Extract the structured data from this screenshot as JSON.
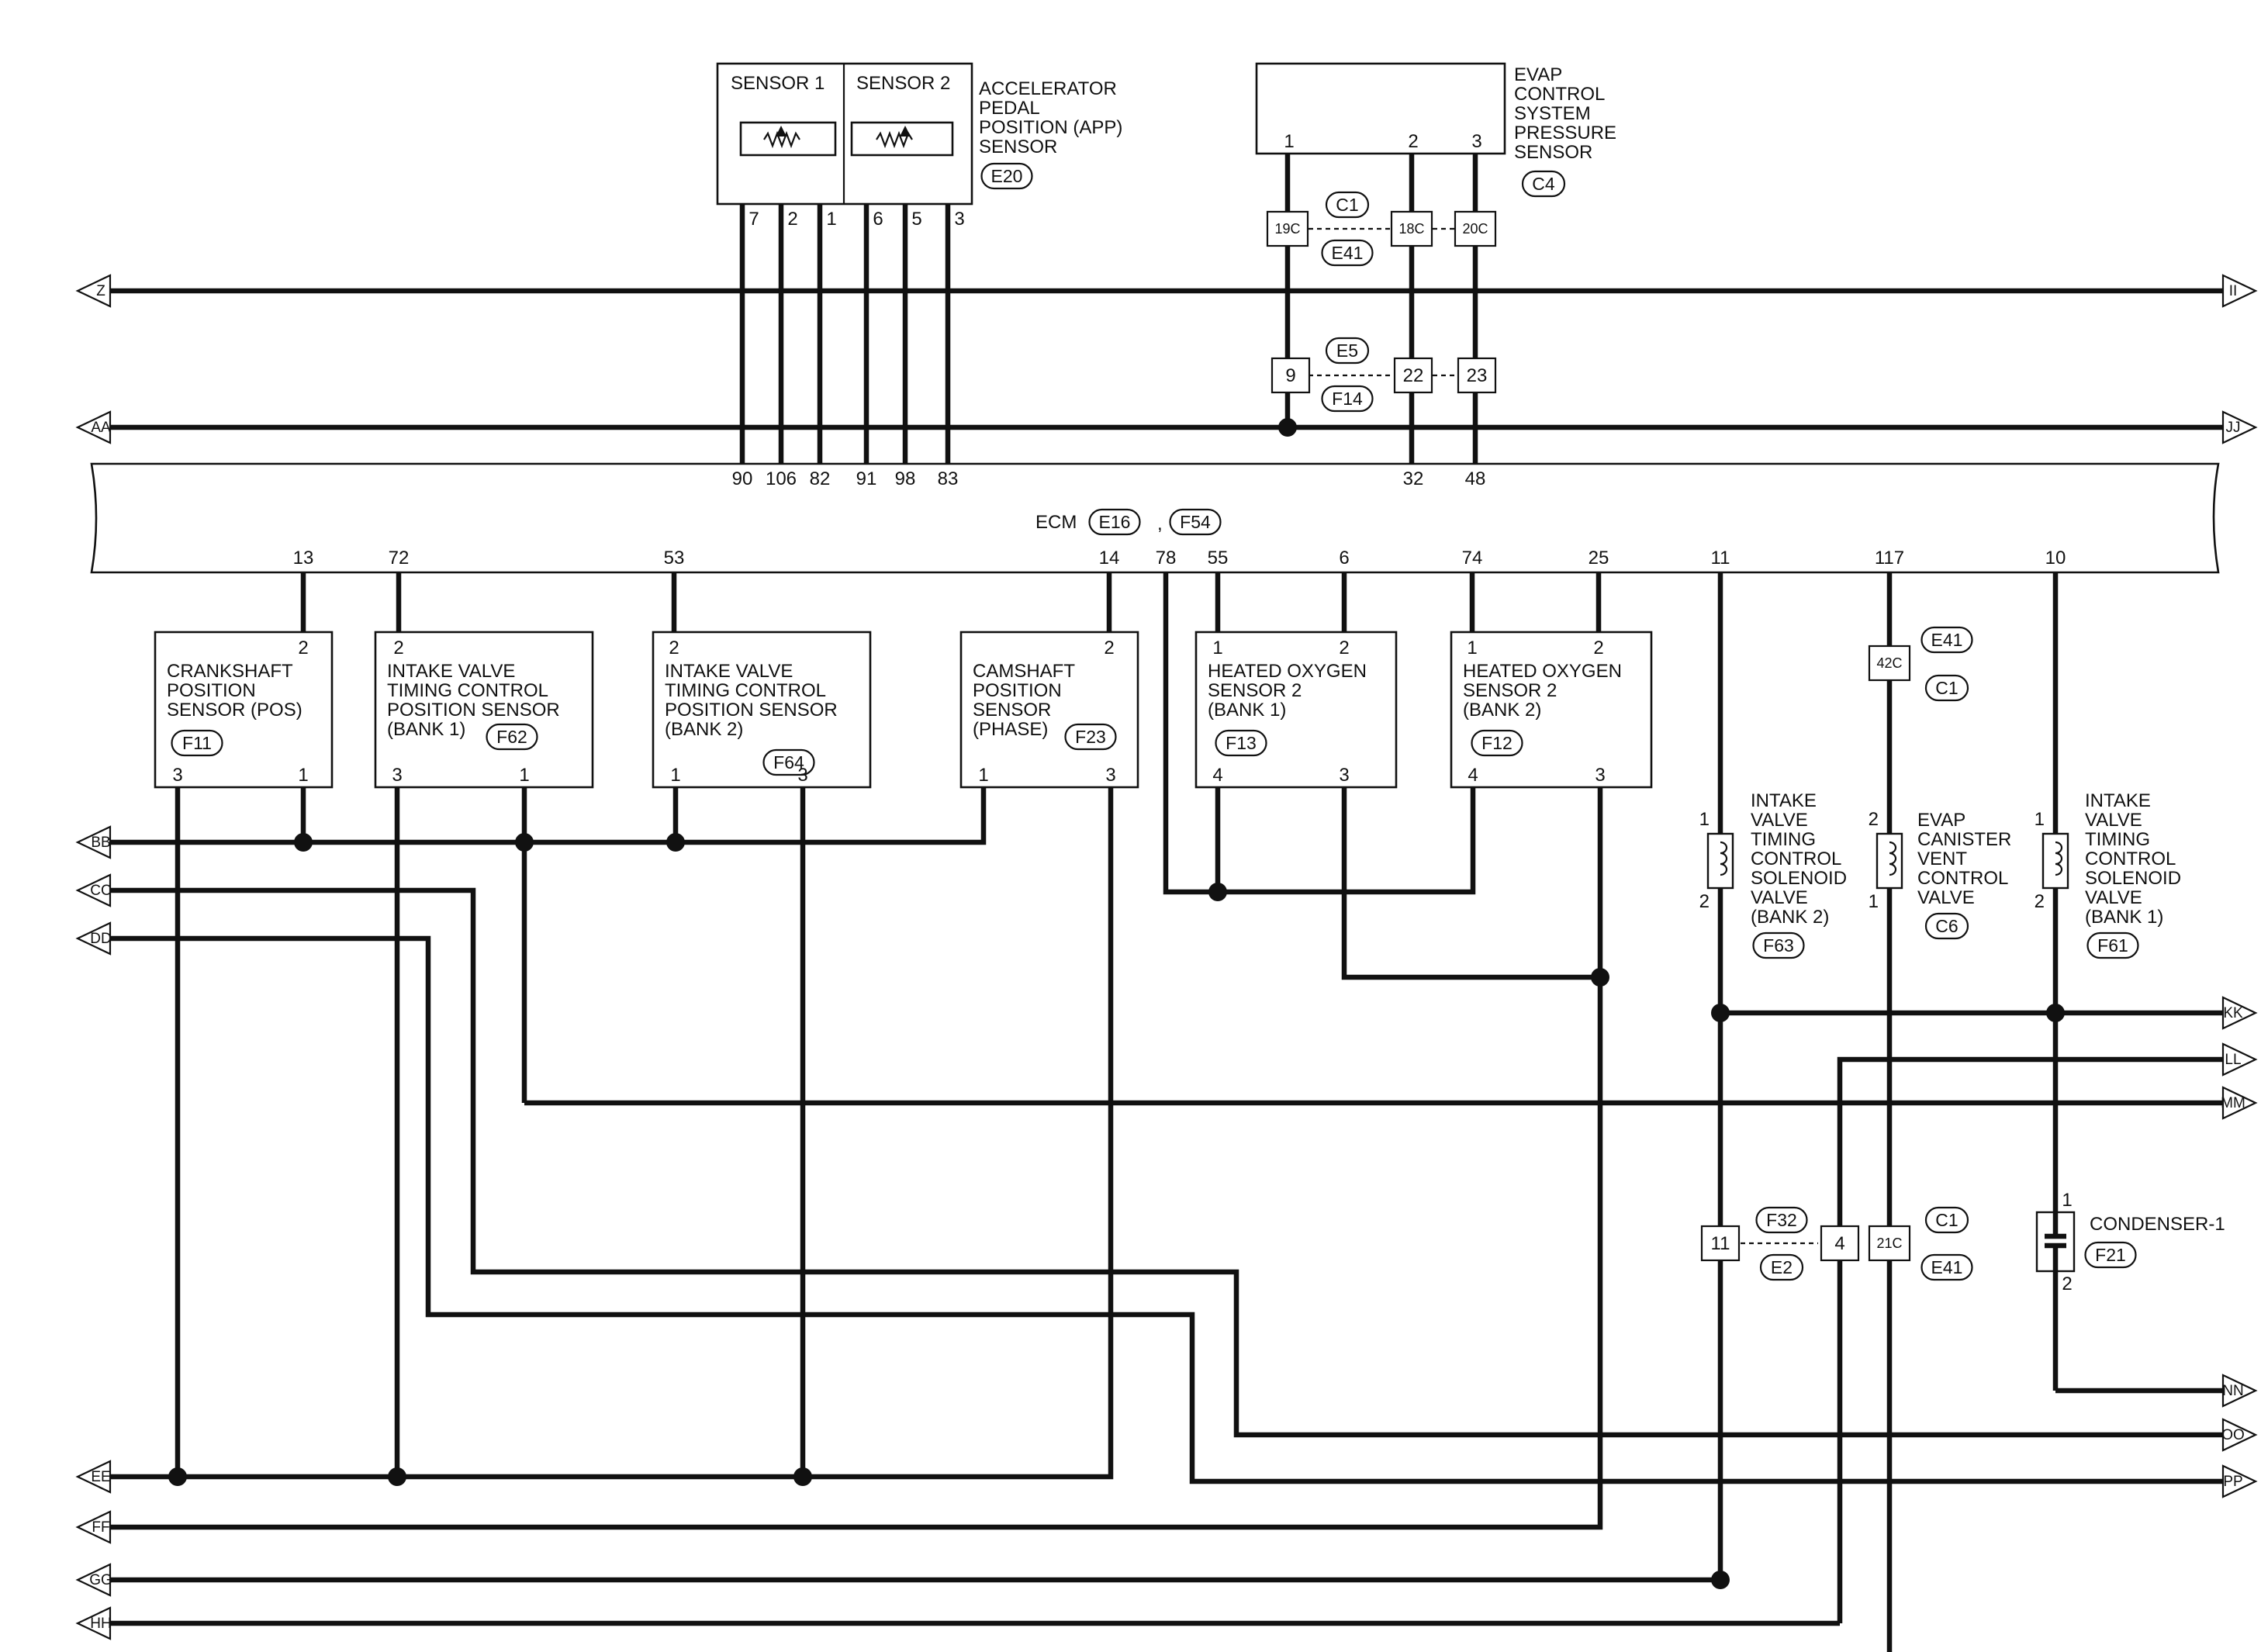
{
  "lines": {
    "Z": {
      "label": "Z",
      "dir": "left"
    },
    "AA": {
      "label": "AA",
      "dir": "left"
    },
    "BB": {
      "label": "BB",
      "dir": "left"
    },
    "CC": {
      "label": "CC",
      "dir": "left"
    },
    "DD": {
      "label": "DD",
      "dir": "left"
    },
    "EE": {
      "label": "EE",
      "dir": "left"
    },
    "FF": {
      "label": "FF",
      "dir": "left"
    },
    "GG": {
      "label": "GG",
      "dir": "left"
    },
    "HH": {
      "label": "HH",
      "dir": "left"
    },
    "II": {
      "label": "II",
      "dir": "right"
    },
    "JJ": {
      "label": "JJ",
      "dir": "right"
    },
    "KK": {
      "label": "KK",
      "dir": "right"
    },
    "LL": {
      "label": "LL",
      "dir": "right"
    },
    "MM": {
      "label": "MM",
      "dir": "right"
    },
    "NN": {
      "label": "NN",
      "dir": "right"
    },
    "OO": {
      "label": "OO",
      "dir": "right"
    },
    "PP": {
      "label": "PP",
      "dir": "right"
    }
  },
  "app_sensor": {
    "sensor1": "SENSOR 1",
    "sensor2": "SENSOR 2",
    "title": [
      "ACCELERATOR",
      "PEDAL",
      "POSITION (APP)",
      "SENSOR"
    ],
    "connector": "E20",
    "pins": [
      "7",
      "2",
      "1",
      "6",
      "5",
      "3"
    ]
  },
  "evap_pressure_sensor": {
    "title": [
      "EVAP",
      "CONTROL",
      "SYSTEM",
      "PRESSURE",
      "SENSOR"
    ],
    "connector": "C4",
    "pins": [
      "1",
      "2",
      "3"
    ]
  },
  "joint1": {
    "terminals": [
      "19C",
      "18C",
      "20C"
    ],
    "upper": "C1",
    "lower": "E41"
  },
  "joint2": {
    "terminals": [
      "9",
      "22",
      "23"
    ],
    "upper": "E5",
    "lower": "F14"
  },
  "ecm": {
    "label": "ECM",
    "connectors": [
      "E16",
      "F54"
    ],
    "separator": ",",
    "top_pins": [
      "90",
      "106",
      "82",
      "91",
      "98",
      "83",
      "32",
      "48"
    ],
    "bottom_pins": [
      "13",
      "72",
      "53",
      "14",
      "78",
      "55",
      "6",
      "74",
      "25",
      "11",
      "117",
      "10"
    ]
  },
  "sensors": [
    {
      "title": [
        "CRANKSHAFT",
        "POSITION",
        "SENSOR (POS)"
      ],
      "connector": "F11",
      "pins": [
        "2",
        "3",
        "1"
      ]
    },
    {
      "title": [
        "INTAKE VALVE",
        "TIMING CONTROL",
        "POSITION SENSOR",
        "(BANK 1)"
      ],
      "connector": "F62",
      "pins": [
        "2",
        "3",
        "1"
      ]
    },
    {
      "title": [
        "INTAKE VALVE",
        "TIMING CONTROL",
        "POSITION SENSOR",
        "(BANK 2)"
      ],
      "connector": "F64",
      "pins": [
        "2",
        "1",
        "3"
      ]
    },
    {
      "title": [
        "CAMSHAFT",
        "POSITION",
        "SENSOR",
        "(PHASE)"
      ],
      "connector": "F23",
      "pins": [
        "2",
        "1",
        "3"
      ]
    },
    {
      "title": [
        "HEATED OXYGEN",
        "SENSOR 2",
        "(BANK 1)"
      ],
      "connector": "F13",
      "pins": [
        "1",
        "2",
        "4",
        "3"
      ]
    },
    {
      "title": [
        "HEATED OXYGEN",
        "SENSOR 2",
        "(BANK 2)"
      ],
      "connector": "F12",
      "pins": [
        "1",
        "2",
        "4",
        "3"
      ]
    }
  ],
  "joint3": {
    "terminal": "42C",
    "upper": "E41",
    "lower": "C1"
  },
  "valves": [
    {
      "title": [
        "INTAKE",
        "VALVE",
        "TIMING",
        "CONTROL",
        "SOLENOID",
        "VALVE",
        "(BANK 2)"
      ],
      "connector": "F63",
      "pins": [
        "1",
        "2"
      ]
    },
    {
      "title": [
        "EVAP",
        "CANISTER",
        "VENT",
        "CONTROL",
        "VALVE"
      ],
      "connector": "C6",
      "pins": [
        "2",
        "1"
      ]
    },
    {
      "title": [
        "INTAKE",
        "VALVE",
        "TIMING",
        "CONTROL",
        "SOLENOID",
        "VALVE",
        "(BANK 1)"
      ],
      "connector": "F61",
      "pins": [
        "1",
        "2"
      ]
    }
  ],
  "joint4": {
    "terminals": [
      "11",
      "4"
    ],
    "upper": "F32",
    "lower": "E2"
  },
  "joint5": {
    "terminal": "21C",
    "upper": "C1",
    "lower": "E41"
  },
  "condenser": {
    "title": "CONDENSER-1",
    "connector": "F21",
    "pins": [
      "1",
      "2"
    ]
  }
}
